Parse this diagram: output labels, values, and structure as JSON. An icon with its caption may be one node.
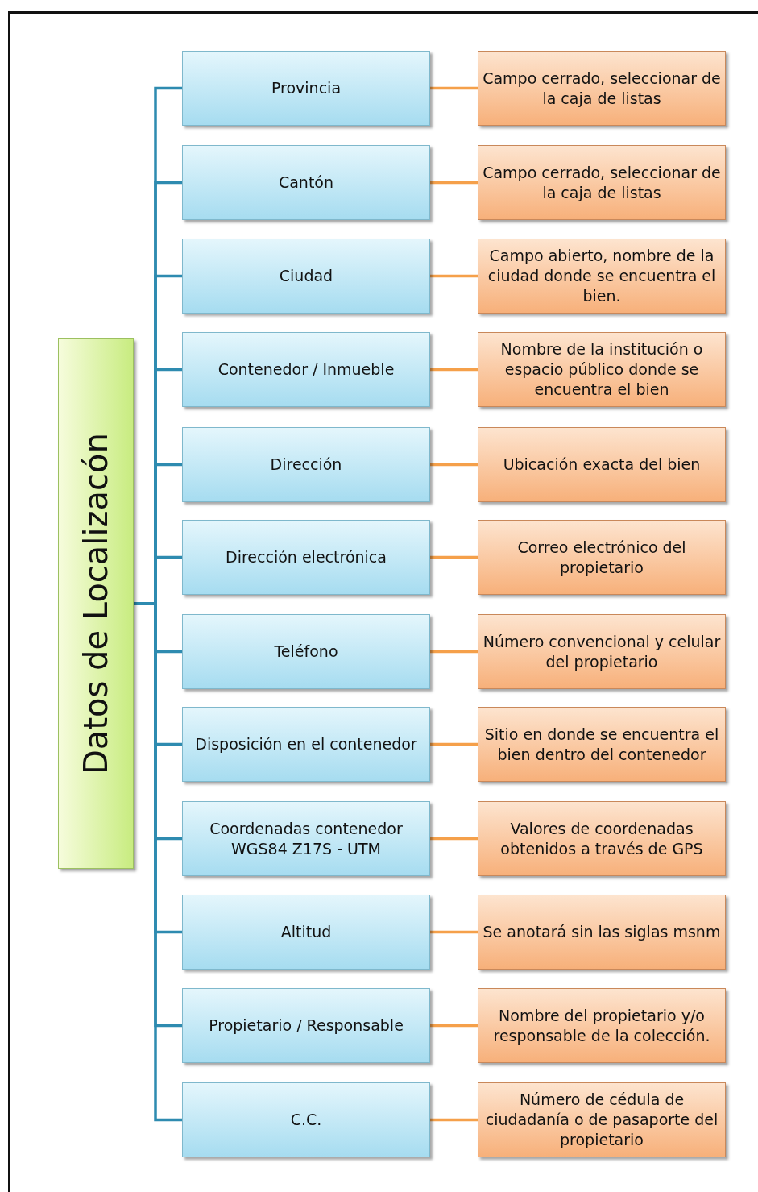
{
  "diagram": {
    "nodes": [
      {
        "text": [
          "Datos de Localizacón"
        ]
      },
      {
        "text": [
          "Provincia"
        ]
      },
      {
        "text": [
          "Campo cerrado, seleccionar de la caja de listas"
        ]
      },
      {
        "text": [
          "Cantón"
        ]
      },
      {
        "text": [
          "Campo cerrado, seleccionar de la caja de listas"
        ]
      },
      {
        "text": [
          "Ciudad"
        ]
      },
      {
        "text": [
          "Campo abierto, nombre de la ciudad donde se encuentra el bien."
        ]
      },
      {
        "text": [
          "Contenedor / Inmueble"
        ]
      },
      {
        "text": [
          "Nombre de la institución o espacio público donde se encuentra el bien"
        ]
      },
      {
        "text": [
          "Dirección"
        ]
      },
      {
        "text": [
          "Ubicación exacta del bien"
        ]
      },
      {
        "text": [
          "Dirección electrónica"
        ]
      },
      {
        "text": [
          "Correo electrónico del propietario"
        ]
      },
      {
        "text": [
          "Teléfono"
        ]
      },
      {
        "text": [
          "Número convencional y celular del propietario"
        ]
      },
      {
        "text": [
          "Disposición en el contenedor"
        ]
      },
      {
        "text": [
          "Sitio en donde se encuentra el bien dentro del contenedor"
        ]
      },
      {
        "text": [
          "Coordenadas contenedor WGS84 Z17S - UTM"
        ]
      },
      {
        "text": [
          "Valores de coordenadas obtenidos a través de GPS"
        ]
      },
      {
        "text": [
          "Altitud"
        ]
      },
      {
        "text": [
          "Se anotará sin las siglas msnm"
        ]
      },
      {
        "text": [
          "Propietario / Responsable"
        ]
      },
      {
        "text": [
          "Nombre del propietario y/o responsable de la colección."
        ]
      },
      {
        "text": [
          "C.C."
        ]
      },
      {
        "text": [
          "Número de cédula de ciudadanía o de pasaporte del propietario"
        ]
      }
    ],
    "edges": [
      {
        "from": 0,
        "to": 1,
        "arrow": "none",
        "color": "#2e8bb0"
      },
      {
        "from": 0,
        "to": 3,
        "arrow": "none",
        "color": "#2e8bb0"
      },
      {
        "from": 0,
        "to": 5,
        "arrow": "none",
        "color": "#2e8bb0"
      },
      {
        "from": 0,
        "to": 7,
        "arrow": "none",
        "color": "#2e8bb0"
      },
      {
        "from": 0,
        "to": 9,
        "arrow": "none",
        "color": "#2e8bb0"
      },
      {
        "from": 0,
        "to": 11,
        "arrow": "none",
        "color": "#2e8bb0"
      },
      {
        "from": 0,
        "to": 13,
        "arrow": "none",
        "color": "#2e8bb0"
      },
      {
        "from": 0,
        "to": 15,
        "arrow": "none",
        "color": "#2e8bb0"
      },
      {
        "from": 0,
        "to": 17,
        "arrow": "none",
        "color": "#2e8bb0"
      },
      {
        "from": 0,
        "to": 19,
        "arrow": "none",
        "color": "#2e8bb0"
      },
      {
        "from": 0,
        "to": 21,
        "arrow": "none",
        "color": "#2e8bb0"
      },
      {
        "from": 0,
        "to": 23,
        "arrow": "none",
        "color": "#2e8bb0"
      },
      {
        "from": 1,
        "to": 2,
        "arrow": "none",
        "color": "#f5a04a"
      },
      {
        "from": 3,
        "to": 4,
        "arrow": "none",
        "color": "#f5a04a"
      },
      {
        "from": 5,
        "to": 6,
        "arrow": "none",
        "color": "#f5a04a"
      },
      {
        "from": 7,
        "to": 8,
        "arrow": "none",
        "color": "#f5a04a"
      },
      {
        "from": 9,
        "to": 10,
        "arrow": "none",
        "color": "#f5a04a"
      },
      {
        "from": 11,
        "to": 12,
        "arrow": "none",
        "color": "#f5a04a"
      },
      {
        "from": 13,
        "to": 14,
        "arrow": "none",
        "color": "#f5a04a"
      },
      {
        "from": 15,
        "to": 16,
        "arrow": "none",
        "color": "#f5a04a"
      },
      {
        "from": 17,
        "to": 18,
        "arrow": "none",
        "color": "#f5a04a"
      },
      {
        "from": 19,
        "to": 20,
        "arrow": "none",
        "color": "#f5a04a"
      },
      {
        "from": 21,
        "to": 22,
        "arrow": "none",
        "color": "#f5a04a"
      },
      {
        "from": 23,
        "to": 24,
        "arrow": "none",
        "color": "#f5a04a"
      }
    ]
  }
}
